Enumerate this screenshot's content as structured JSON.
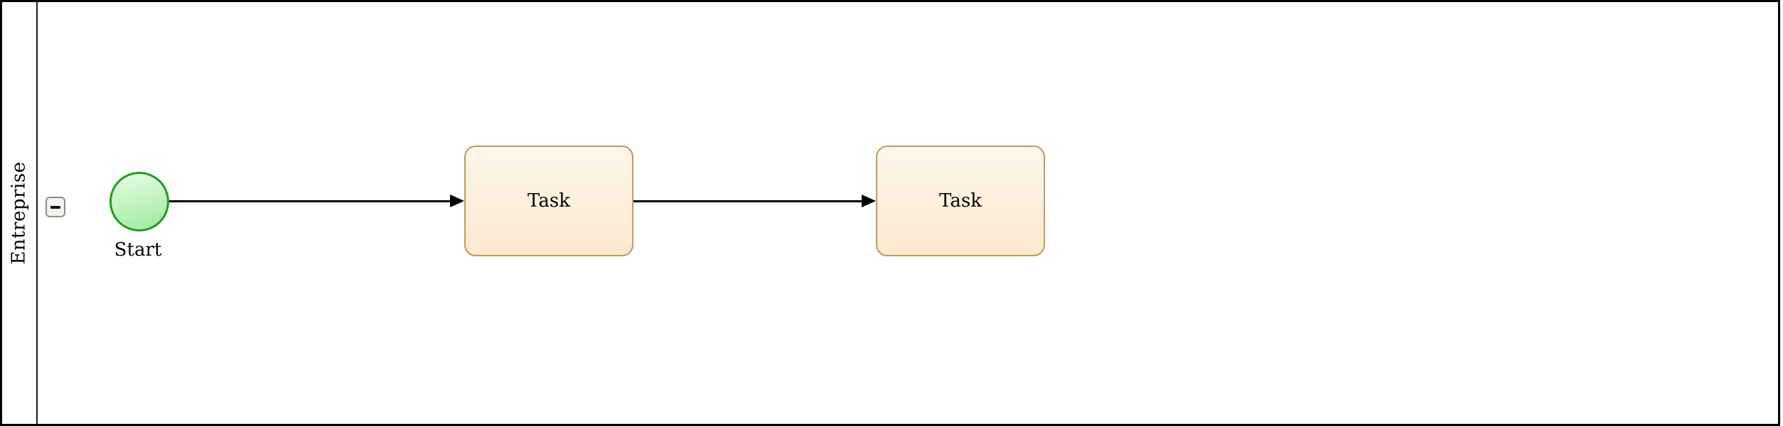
{
  "pool": {
    "label": "Entreprise",
    "collapse_icon": "minus"
  },
  "process": {
    "start_event": {
      "label": "Start"
    },
    "tasks": [
      {
        "label": "Task"
      },
      {
        "label": "Task"
      }
    ],
    "flows": [
      {
        "from": "start-event",
        "to": "task-1"
      },
      {
        "from": "task-1",
        "to": "task-2"
      }
    ]
  },
  "colors": {
    "pool-border": "#000000",
    "connector": "#000000",
    "task-border": "#c09a5e",
    "task-fill-top": "#fdf6e9",
    "task-fill-bottom": "#fbe9d0",
    "event-border": "#1f9d1f",
    "event-fill-top": "#eafce7",
    "event-fill-bottom": "#9cea9c",
    "button-bg": "#f4f4f1",
    "button-border": "#8c8c8c"
  }
}
